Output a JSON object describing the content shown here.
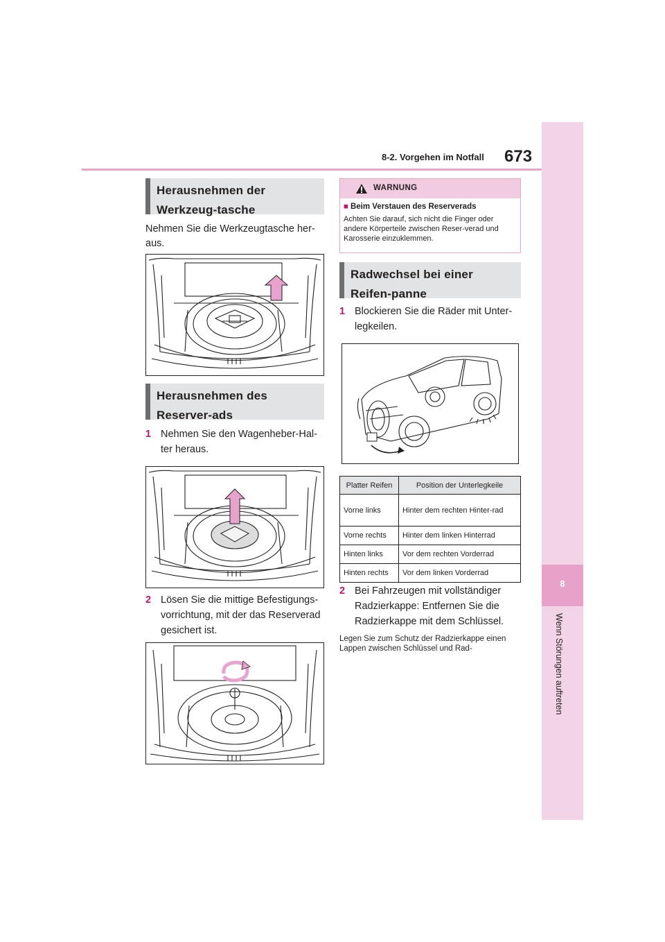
{
  "header": {
    "page_number": "673",
    "section": "8-2. Vorgehen im Notfall"
  },
  "side_tab": {
    "chapter_number": "8",
    "chapter_title": "Wenn Störungen auftreten"
  },
  "left": {
    "heading1": "Herausnehmen der Werkzeug-tasche",
    "intro": "Nehmen Sie die Werkzeugtasche her-aus.",
    "heading2": "Herausnehmen des Reserver-ads",
    "step1_num": "1",
    "step1_text": "Nehmen Sie den Wagenheber-Hal-ter heraus.",
    "step2_num": "2",
    "step2_text": "Lösen Sie die mittige Befestigungs-vorrichtung, mit der das Reserverad gesichert ist."
  },
  "right": {
    "warning": {
      "label": "WARNUNG",
      "title": "Beim Verstauen des Reserverads",
      "text": "Achten Sie darauf, sich nicht die Finger oder andere Körperteile zwischen Reser-verad und Karosserie einzuklemmen."
    },
    "heading": "Radwechsel bei einer Reifen-panne",
    "step1_num": "1",
    "step1_text": "Blockieren Sie die Räder mit Unter-legkeilen.",
    "table": {
      "headers": [
        "Platter Reifen",
        "Position der Unterlegkeile"
      ],
      "rows": [
        [
          "Vorne links",
          "Hinter dem rechten Hinter-rad"
        ],
        [
          "Vorne rechts",
          "Hinter dem linken Hinterrad"
        ],
        [
          "Hinten links",
          "Vor dem rechten Vorderrad"
        ],
        [
          "Hinten rechts",
          "Vor dem linken Vorderrad"
        ]
      ]
    },
    "step2_num": "2",
    "step2_text": "Bei Fahrzeugen mit vollständiger Radzierkappe: Entfernen Sie die Radzierkappe mit dem Schlüssel.",
    "note": "Legen Sie zum Schutz der Radzierkappe einen Lappen zwischen Schlüssel und Rad-"
  },
  "colors": {
    "accent": "#c5146b",
    "tab": "#f3d3e6",
    "tab_active": "#e8a2c9",
    "heading_bg": "#e2e3e4",
    "arrow": "#e7a3cd"
  }
}
